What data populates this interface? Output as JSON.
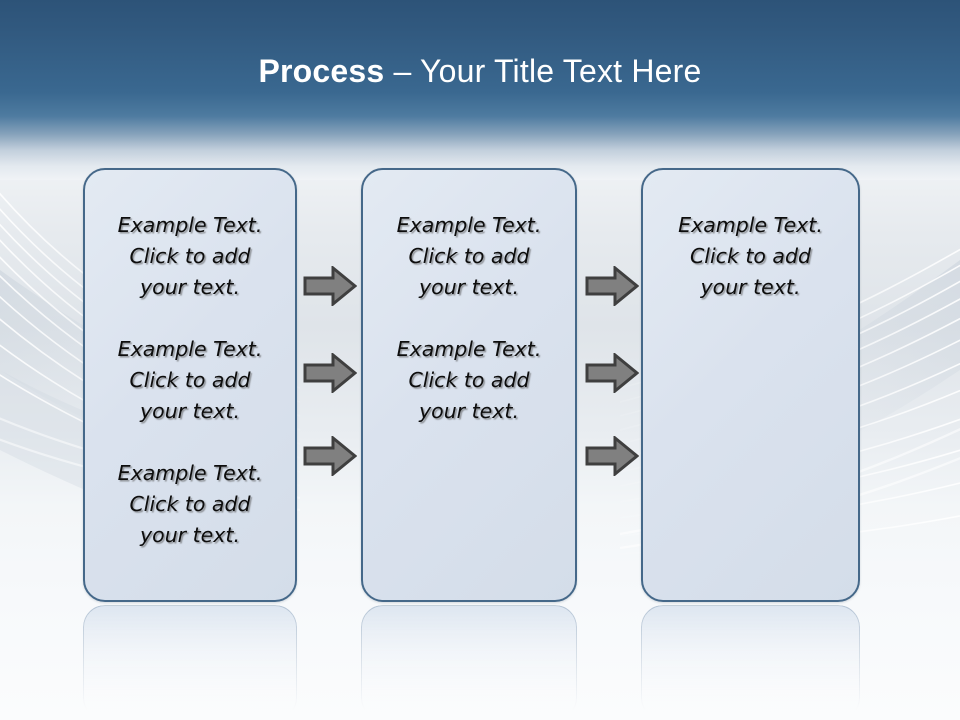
{
  "slide": {
    "title_strong": "Process",
    "title_rest": " – Your Title Text Here",
    "title_full": "Process – Your Title Text Here"
  },
  "colors": {
    "header_gradient_top": "#2d5378",
    "header_gradient_bottom": "#4e7ba0",
    "box_border": "#456889",
    "box_fill": "#dde5ef",
    "arrow_fill": "#808080",
    "arrow_outline": "#3f3f3f",
    "body_text": "#0d0d0d",
    "title_text": "#ffffff",
    "background": "#f4f7fa"
  },
  "boxes": [
    {
      "id": "box-1",
      "paragraphs": [
        "Example Text.\nClick  to add\nyour text.",
        "Example Text.\nClick  to add\nyour text.",
        "Example Text.\nClick  to add\nyour text."
      ]
    },
    {
      "id": "box-2",
      "paragraphs": [
        "Example Text.\nClick  to add\nyour text.",
        "Example Text.\nClick  to add\nyour text."
      ]
    },
    {
      "id": "box-3",
      "paragraphs": [
        "Example Text.\nClick  to add\nyour text."
      ]
    }
  ],
  "arrow_groups": [
    {
      "id": "arrows-between-1-and-2",
      "count": 3,
      "direction": "right"
    },
    {
      "id": "arrows-between-2-and-3",
      "count": 3,
      "direction": "right"
    }
  ],
  "icons": {
    "arrow": "right-arrow-icon"
  }
}
